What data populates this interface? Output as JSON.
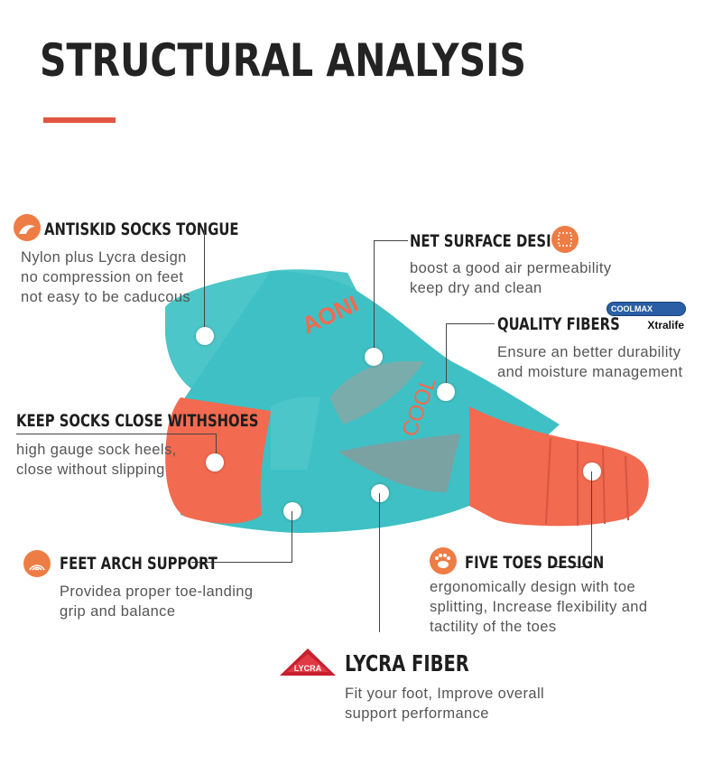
{
  "title": "STRUCTURAL ANALYSIS",
  "features": {
    "antiskid": {
      "heading": "ANTISKID SOCKS TONGUE",
      "lines": [
        "Nylon plus Lycra design",
        "no compression on feet",
        "not easy to be caducous"
      ]
    },
    "net": {
      "heading": "NET SURFACE DESIGN",
      "lines": [
        "boost a good air permeability",
        "keep dry and clean"
      ]
    },
    "quality": {
      "heading": "QUALITY FIBERS",
      "lines": [
        "Ensure an better durability",
        "and moisture management"
      ]
    },
    "keep": {
      "heading": "KEEP SOCKS CLOSE WITHSHOES",
      "lines": [
        "high gauge sock heels,",
        "close without slipping"
      ]
    },
    "arch": {
      "heading": "FEET ARCH SUPPORT",
      "lines": [
        "Providea proper toe-landing",
        "grip and balance"
      ]
    },
    "toes": {
      "heading": "FIVE TOES DESIGN",
      "lines": [
        "ergonomically design with toe",
        "splitting,  Increase flexibility and",
        "tactility of the toes"
      ]
    },
    "lycra": {
      "heading": "LYCRA FIBER",
      "lines": [
        "Fit your foot, Improve overall",
        "support performance"
      ]
    }
  },
  "logos": {
    "lycra": "LYCRA",
    "coolmax": "COOLMAX",
    "xtralife": "Xtralife"
  },
  "sock_print": {
    "brand": "AONI",
    "cool": "COOL"
  },
  "colors": {
    "accent": "#e2543f",
    "teal": "#4cc6c8",
    "coral": "#f26a4f",
    "icon": "#ee7d45"
  },
  "icons": [
    "wave-icon",
    "mesh-icon",
    "arch-icon",
    "paw-icon"
  ]
}
